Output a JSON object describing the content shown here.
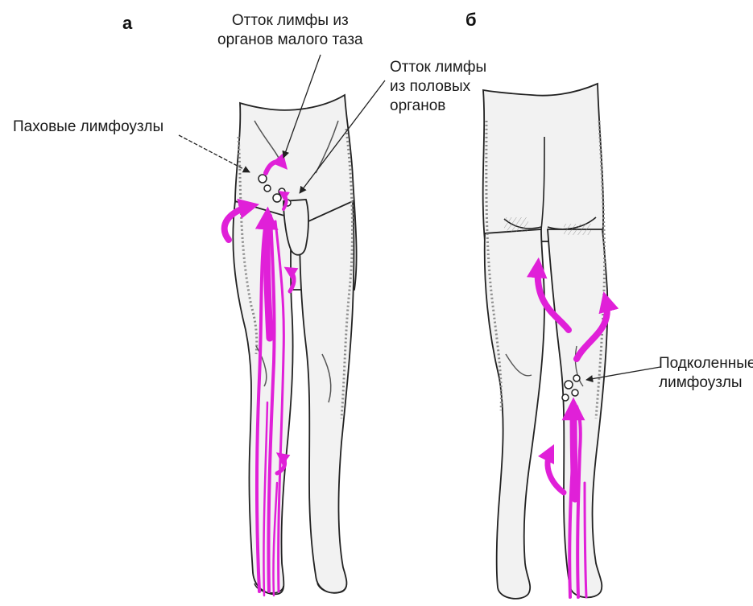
{
  "panels": {
    "a": {
      "letter": "а"
    },
    "b": {
      "letter": "б"
    }
  },
  "labels": {
    "pelvic_outflow": "Отток лимфы из\nорганов малого таза",
    "genital_outflow": "Отток лимфы\nиз половых\nорганов",
    "inguinal_nodes": "Паховые лимфоузлы",
    "popliteal_nodes": "Подколенные\nлимфоузлы"
  },
  "colors": {
    "lymph_flow": "#e020d8",
    "outline": "#222222",
    "skin": "#f2f2f2",
    "shading": "#8a8a8a"
  }
}
